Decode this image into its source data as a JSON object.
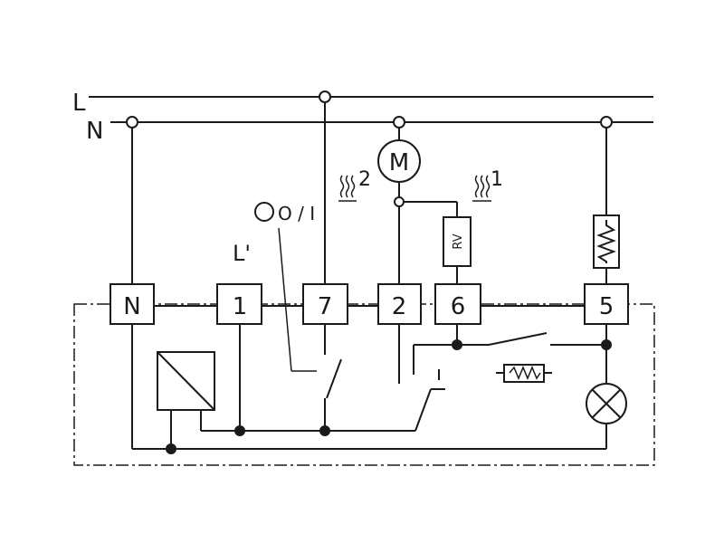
{
  "rails": {
    "line_label": "L",
    "neutral_label": "N"
  },
  "terminals": [
    {
      "id": "N",
      "label": "N"
    },
    {
      "id": "1",
      "label": "1"
    },
    {
      "id": "7",
      "label": "7"
    },
    {
      "id": "2",
      "label": "2"
    },
    {
      "id": "6",
      "label": "6"
    },
    {
      "id": "5",
      "label": "5"
    }
  ],
  "components": {
    "motor_label": "M",
    "resistor_label": "RV",
    "switch_label": "O / I",
    "switched_line_label": "L'",
    "heat_stage_1": "1",
    "heat_stage_2": "2"
  },
  "colors": {
    "ink": "#1a1a1a",
    "background": "#ffffff"
  }
}
